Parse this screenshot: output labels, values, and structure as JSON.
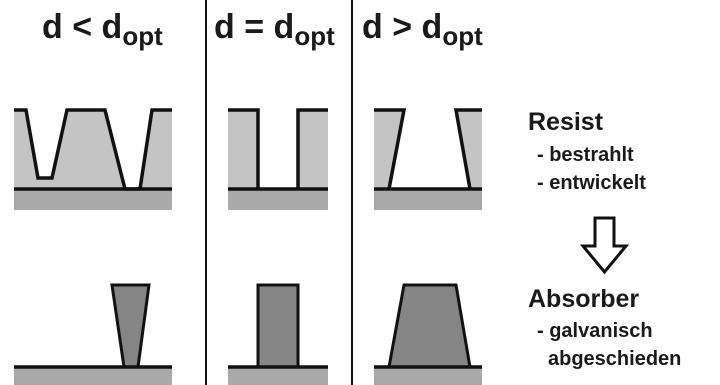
{
  "columns": [
    {
      "id": "less",
      "var": "d",
      "op": "<",
      "sub_base": "d",
      "sub": "opt"
    },
    {
      "id": "equal",
      "var": "d",
      "op": "=",
      "sub_base": "d",
      "sub": "opt"
    },
    {
      "id": "greater",
      "var": "d",
      "op": ">",
      "sub_base": "d",
      "sub": "opt"
    }
  ],
  "resist": {
    "title": "Resist",
    "items": [
      "- bestrahlt",
      "- entwickelt"
    ]
  },
  "absorber": {
    "title": "Absorber",
    "items": [
      "- galvanisch",
      "abgeschieden"
    ]
  },
  "colors": {
    "resist_fill": "#c4c4c4",
    "substrate_fill": "#a9a9a9",
    "absorber_fill": "#858585",
    "line": "#111111"
  },
  "icons": {
    "arrow": "down-arrow-outline-icon"
  }
}
